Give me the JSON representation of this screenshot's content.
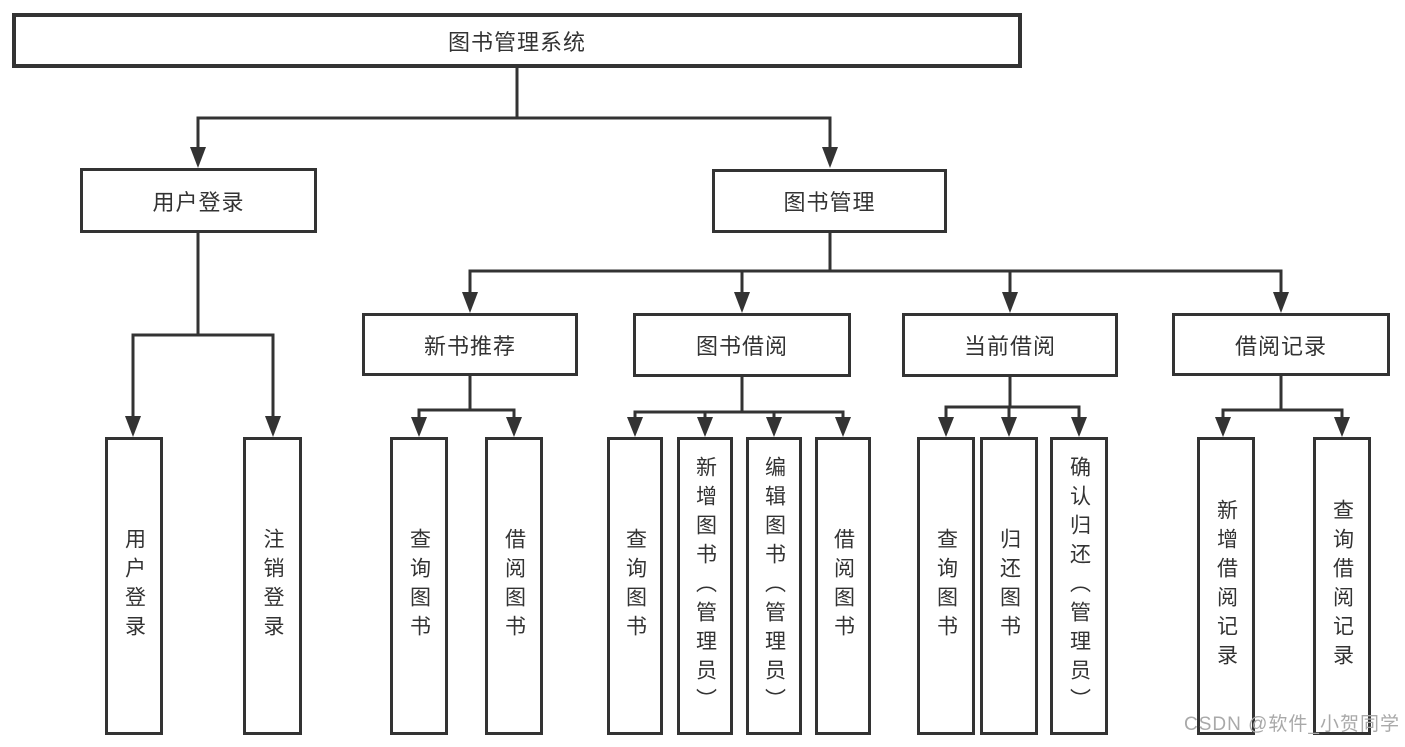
{
  "diagram": {
    "root": {
      "label": "图书管理系统",
      "children": [
        {
          "label": "用户登录",
          "children": [
            {
              "label": "用户登录"
            },
            {
              "label": "注销登录"
            }
          ]
        },
        {
          "label": "图书管理",
          "children": [
            {
              "label": "新书推荐",
              "children": [
                {
                  "label": "查询图书"
                },
                {
                  "label": "借阅图书"
                }
              ]
            },
            {
              "label": "图书借阅",
              "children": [
                {
                  "label": "查询图书"
                },
                {
                  "label": "新增图书（管理员）"
                },
                {
                  "label": "编辑图书（管理员）"
                },
                {
                  "label": "借阅图书"
                }
              ]
            },
            {
              "label": "当前借阅",
              "children": [
                {
                  "label": "查询图书"
                },
                {
                  "label": "归还图书"
                },
                {
                  "label": "确认归还（管理员）"
                }
              ]
            },
            {
              "label": "借阅记录",
              "children": [
                {
                  "label": "新增借阅记录"
                },
                {
                  "label": "查询借阅记录"
                }
              ]
            }
          ]
        }
      ]
    },
    "watermark": "CSDN @软件_小贺同学",
    "colors": {
      "line": "#333333",
      "text": "#333333",
      "box_background": "#ffffff",
      "watermark": "#a9a9a9",
      "background": "#ffffff"
    }
  }
}
